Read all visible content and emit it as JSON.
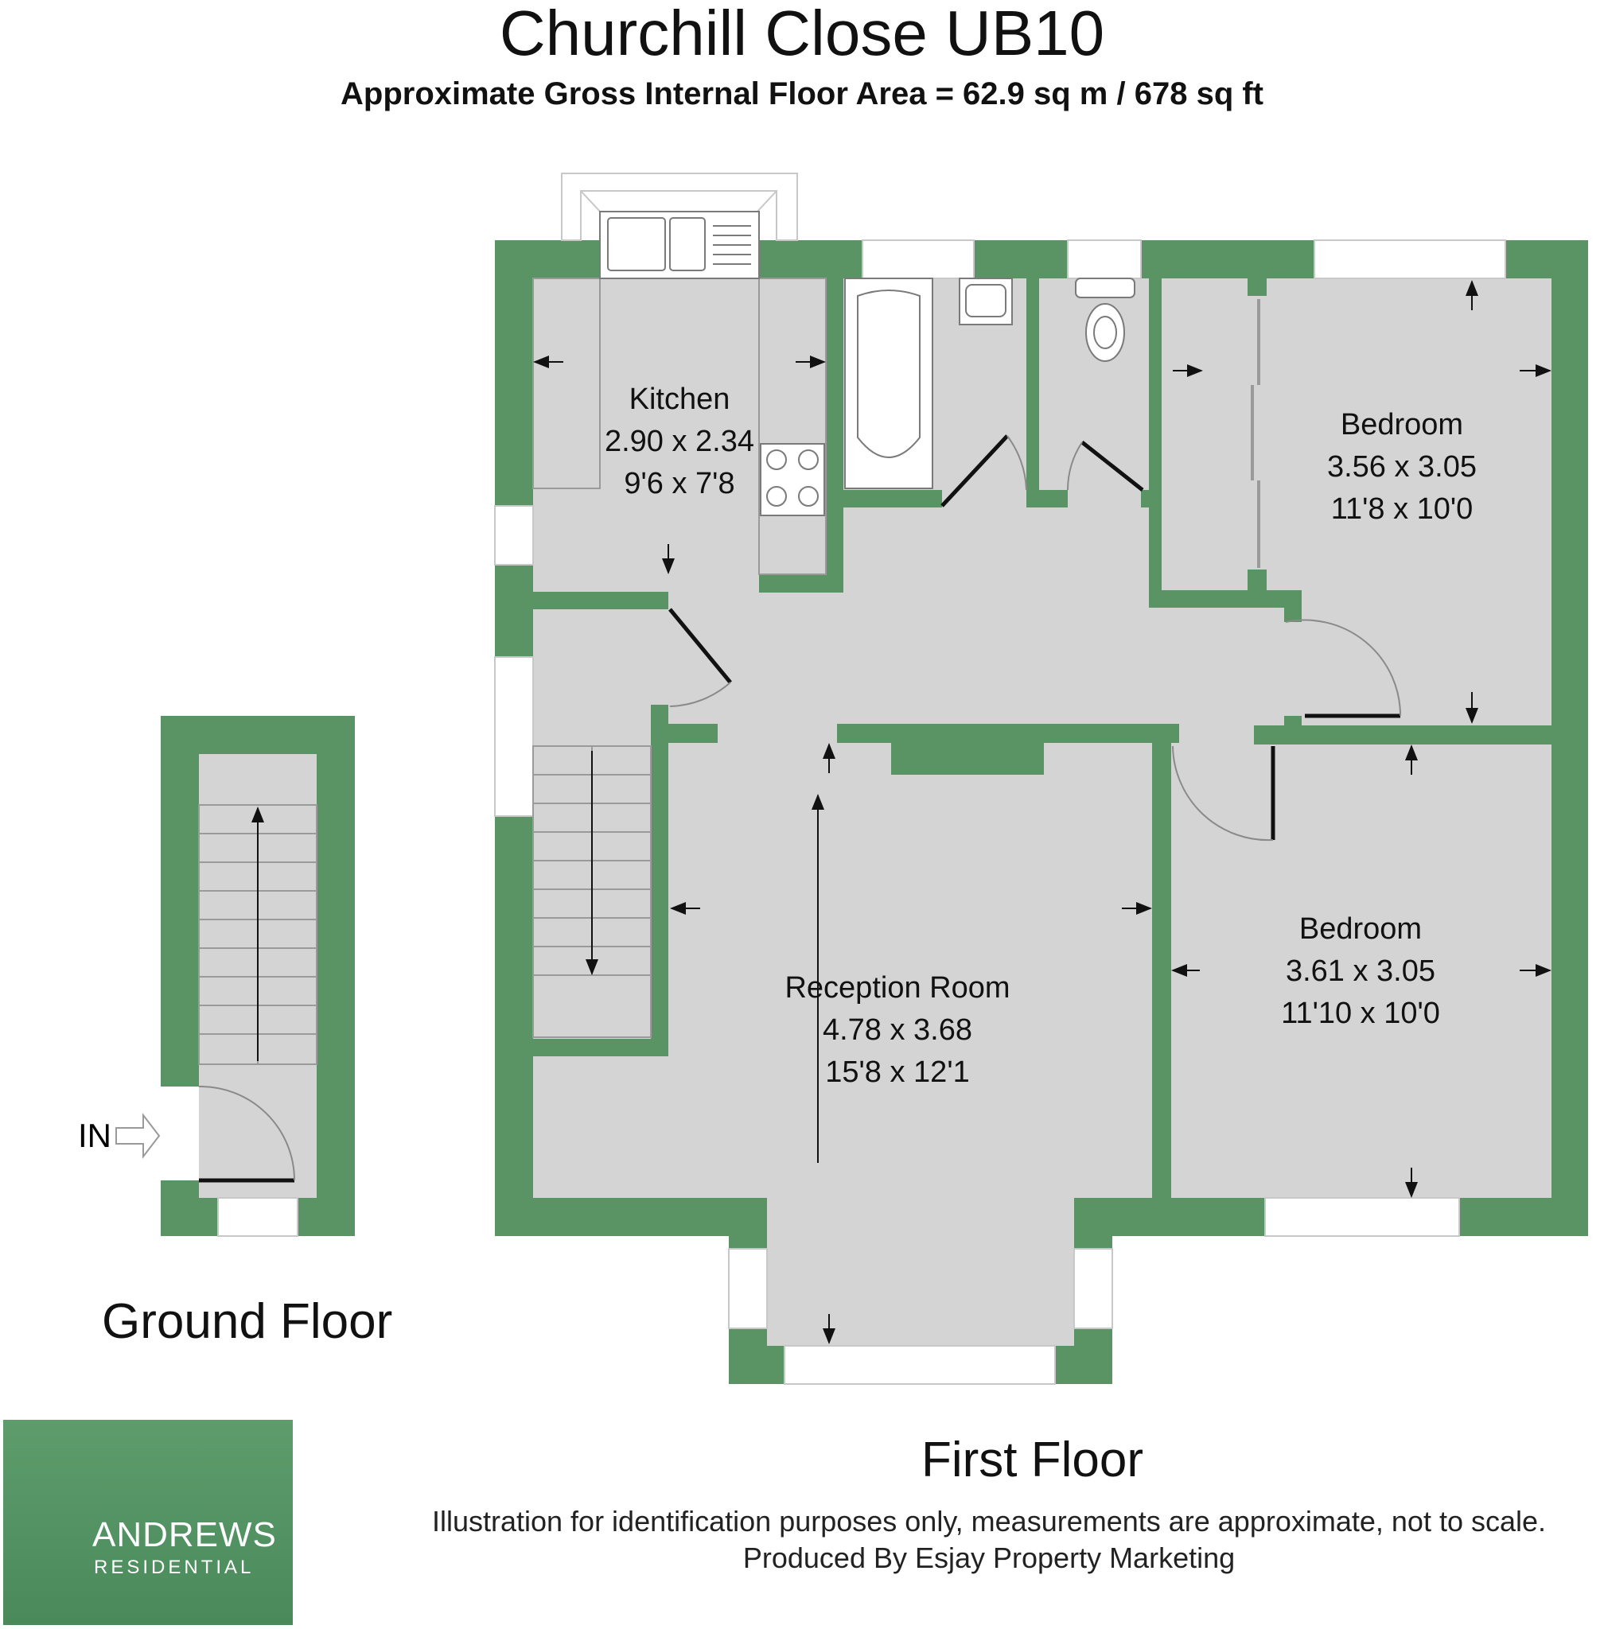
{
  "header": {
    "title": "Churchill Close UB10",
    "subtitle": "Approximate Gross Internal Floor Area = 62.9 sq m / 678 sq ft"
  },
  "rooms": {
    "kitchen": {
      "name": "Kitchen",
      "metric": "2.90 x 2.34",
      "imperial": "9'6 x 7'8"
    },
    "bedroom1": {
      "name": "Bedroom",
      "metric": "3.56 x 3.05",
      "imperial": "11'8 x 10'0"
    },
    "bedroom2": {
      "name": "Bedroom",
      "metric": "3.61 x 3.05",
      "imperial": "11'10 x 10'0"
    },
    "reception": {
      "name": "Reception Room",
      "metric": "4.78 x 3.68",
      "imperial": "15'8 x 12'1"
    }
  },
  "entrance_label": "IN",
  "floors": {
    "ground": "Ground Floor",
    "first": "First Floor"
  },
  "footer": {
    "disclaimer": "Illustration for identification purposes only, measurements are approximate, not to scale.",
    "producer": "Produced By Esjay Property Marketing"
  },
  "logo": {
    "name": "ANDREWS",
    "sub": "RESIDENTIAL"
  },
  "colors": {
    "wall": "#5a9465",
    "floor": "#d4d4d4",
    "logo_bg": "#559464"
  }
}
